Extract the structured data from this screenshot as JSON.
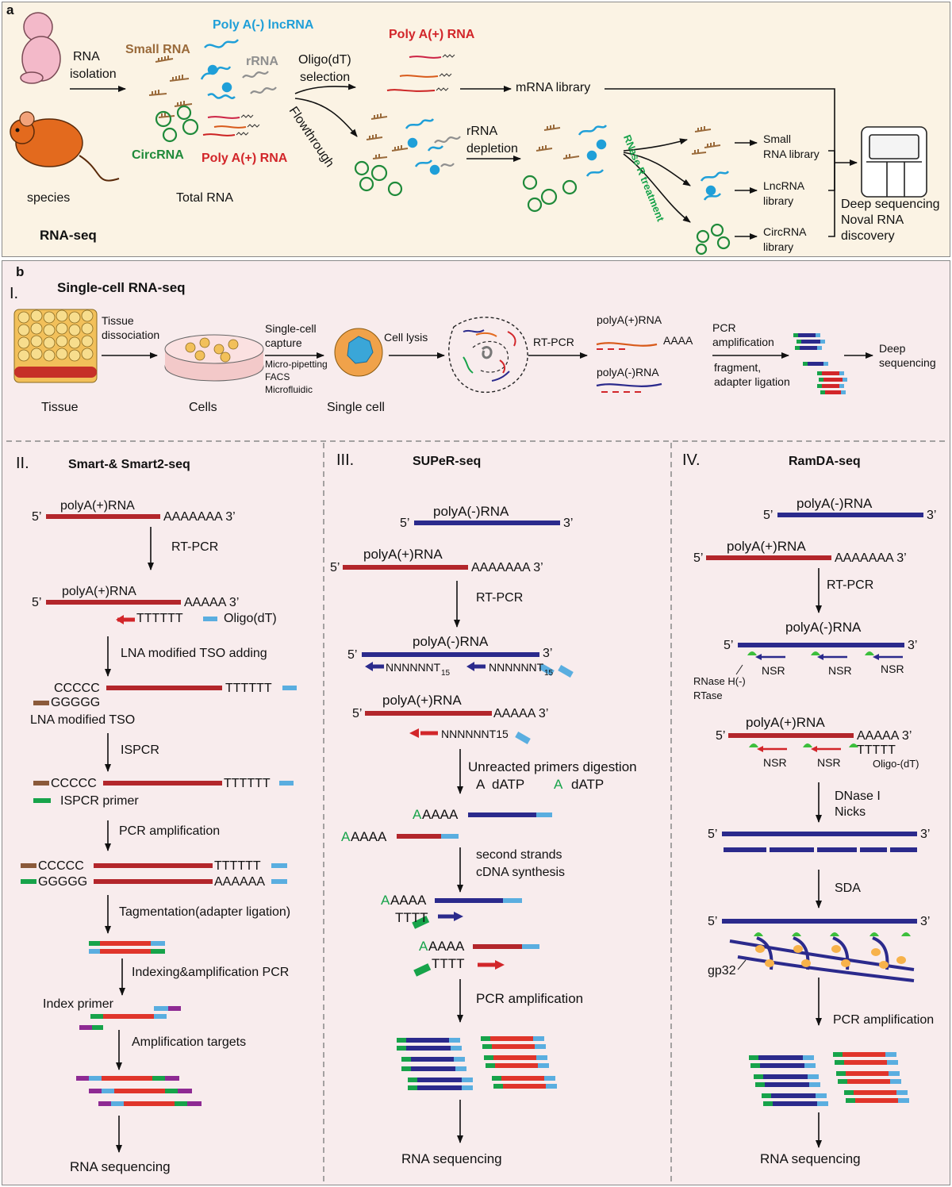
{
  "panel_a": {
    "letter": "a",
    "rna_isolation": [
      "RNA",
      "isolation"
    ],
    "small_rna": "Small RNA",
    "polya_minus_lncrna": "Poly A(-) lncRNA",
    "rrna": "rRNA",
    "circrna": "CircRNA",
    "polya_plus_rna_bottom": "Poly A(+) RNA",
    "polya_plus_rna_top": "Poly A(+) RNA",
    "species": "species",
    "total_rna": "Total RNA",
    "rnaseq": "RNA-seq",
    "oligo_dt": [
      "Oligo(dT)",
      "selection"
    ],
    "flowthrough": "Flowthrough",
    "mrna_library": "mRNA library",
    "rrna_depletion": [
      "rRNA",
      "depletion"
    ],
    "rnase_r": "RNase R treatment",
    "small_rna_library": [
      "Small",
      "RNA library"
    ],
    "lncrna_library": [
      "LncRNA",
      "library"
    ],
    "circrna_library": [
      "CircRNA",
      "library"
    ],
    "deep_seq": [
      "Deep sequencing",
      "Noval RNA",
      "discovery"
    ]
  },
  "panel_b": {
    "letter": "b",
    "sc_title_num": "I.",
    "sc_title": "Single-cell RNA-seq",
    "tissue_dissociation": [
      "Tissue",
      "dissociation"
    ],
    "single_cell_capture": [
      "Single-cell",
      "capture"
    ],
    "capture_methods": [
      "Micro-pipetting",
      "FACS",
      "Microfluidic"
    ],
    "cell_lysis": "Cell lysis",
    "rt_pcr": "RT-PCR",
    "polya_plus": "polyA(+)RNA",
    "aaaa": "AAAA",
    "polya_minus": "polyA(-)RNA",
    "pcr_amp": [
      "PCR",
      "amplification"
    ],
    "fragment": [
      "fragment,",
      "adapter ligation"
    ],
    "deep_seq": [
      "Deep",
      "sequencing"
    ],
    "tissue": "Tissue",
    "cells": "Cells",
    "single_cell": "Single cell"
  },
  "smart": {
    "num": "II.",
    "title": "Smart-& Smart2-seq",
    "polya_plus": "polyA(+)RNA",
    "five": "5’",
    "a7_3": "AAAAAAA  3’",
    "rt_pcr": "RT-PCR",
    "a5_3": "AAAAA 3’",
    "t6": "TTTTTT",
    "oligo_dt": "Oligo(dT)",
    "lna_adding": "LNA modified TSO adding",
    "c5": "CCCCC",
    "g5": "GGGGG",
    "lna_tso": "LNA modified TSO",
    "ispcr": "ISPCR",
    "ispcr_primer": "ISPCR primer",
    "pcr_amp": "PCR amplification",
    "a6": "AAAAAA",
    "tagmentation": "Tagmentation(adapter ligation)",
    "indexing": "Indexing&amplification PCR",
    "index_primer": "Index primer",
    "amp_targets": "Amplification targets",
    "rna_seq": "RNA  sequencing"
  },
  "super": {
    "num": "III.",
    "title": "SUPeR-seq",
    "polya_minus": "polyA(-)RNA",
    "polya_plus": "polyA(+)RNA",
    "five": "5’",
    "three": "3’",
    "a7_3": "AAAAAAA  3’",
    "rt_pcr": "RT-PCR",
    "n7t": "NNNNNNT",
    "sub15": "15",
    "a5_3": "AAAAA 3’",
    "n7t15": "NNNNNNT15",
    "digestion": "Unreacted primers digestion",
    "a_letter": "A",
    "datp": "dATP",
    "aaaaa_rest": "AAAA",
    "second_strands": [
      "second strands",
      "cDNA synthesis"
    ],
    "tttt": "TTTT",
    "pcr_amp": "PCR amplification",
    "rna_seq": "RNA  sequencing"
  },
  "ramda": {
    "num": "IV.",
    "title": "RamDA-seq",
    "polya_minus": "polyA(-)RNA",
    "polya_plus": "polyA(+)RNA",
    "five": "5’",
    "three": "3’",
    "a7_3": "AAAAAAA  3’",
    "rt_pcr": "RT-PCR",
    "nsr": "NSR",
    "rnase_h": [
      "RNase H(-)",
      "RTase"
    ],
    "a5_3": "AAAAA 3’",
    "ttttt": "TTTTT",
    "oligo_dt": "Oligo-(dT)",
    "dnase": [
      "DNase I",
      "Nicks"
    ],
    "sda": "SDA",
    "gp32": "gp32",
    "pcr_amp": "PCR amplification",
    "rna_seq": "RNA  sequencing"
  },
  "colors": {
    "polya_plus_red": "#b3262b",
    "polya_minus_blue": "#2b2a8c",
    "adapter_blue": "#5aaee0",
    "primer_green": "#17a34a",
    "tso_brown": "#8b5a3a",
    "index_purple": "#8e2a93",
    "small_rna_brown": "#9a6a3a",
    "lncrna_blue": "#1f9fd8",
    "rrna_gray": "#8f8f8f",
    "circrna_green": "#1f8a3a",
    "panel_a_bg": "#fbf3e4",
    "panel_b_bg": "#f8eced"
  }
}
